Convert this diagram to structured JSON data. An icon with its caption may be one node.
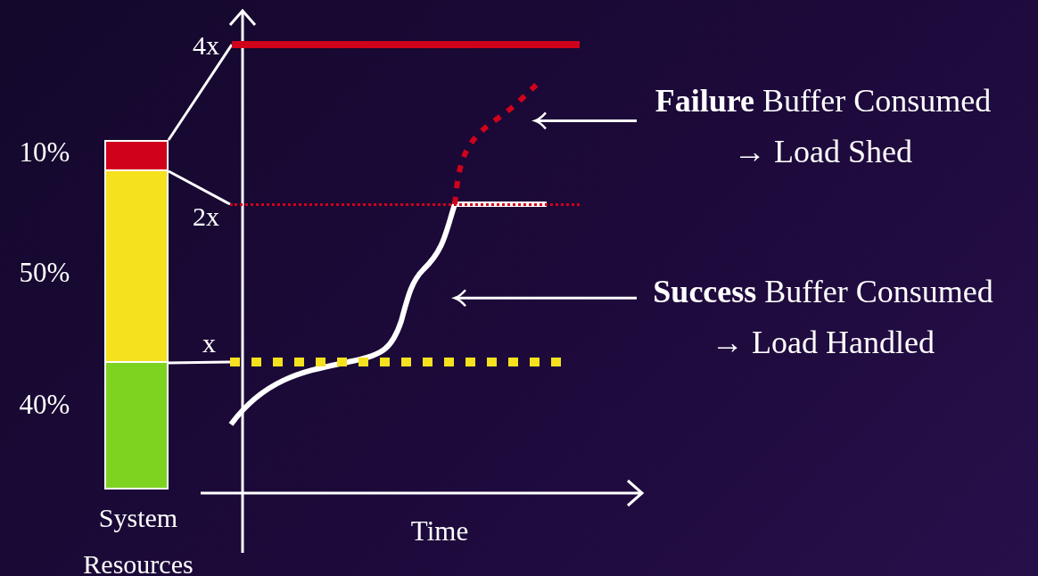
{
  "diagram": {
    "nodes": [
      {
        "text": [
          "**Failure** Buffer Consumed → Load Shed"
        ]
      },
      {
        "text": [
          "**Success** Buffer Consumed → Load Handled"
        ]
      },
      {
        "text": [],
        "shape": "bar"
      },
      {
        "text": [],
        "shape": "bar"
      },
      {
        "text": [],
        "shape": "bar",
        "beside": [
          "System Resources"
        ]
      },
      {
        "text": [],
        "shape": "line"
      },
      {
        "text": [],
        "shape": "line"
      },
      {
        "text": [],
        "shape": "line"
      },
      {
        "text": [],
        "shape": "curve"
      },
      {
        "text": [],
        "shape": "curve"
      }
    ],
    "edges": [
      {
        "from": 0,
        "to": 9,
        "arrow": "to"
      },
      {
        "from": 1,
        "to": 8,
        "arrow": "to"
      },
      {
        "from": 2,
        "to": 5,
        "arrow": "none"
      },
      {
        "from": 2,
        "to": 6,
        "arrow": "none"
      },
      {
        "from": 3,
        "to": 7,
        "arrow": "none"
      }
    ],
    "labels": [
      "4x",
      "10%",
      "2x",
      "50%",
      "x",
      "40%",
      "Time"
    ]
  }
}
